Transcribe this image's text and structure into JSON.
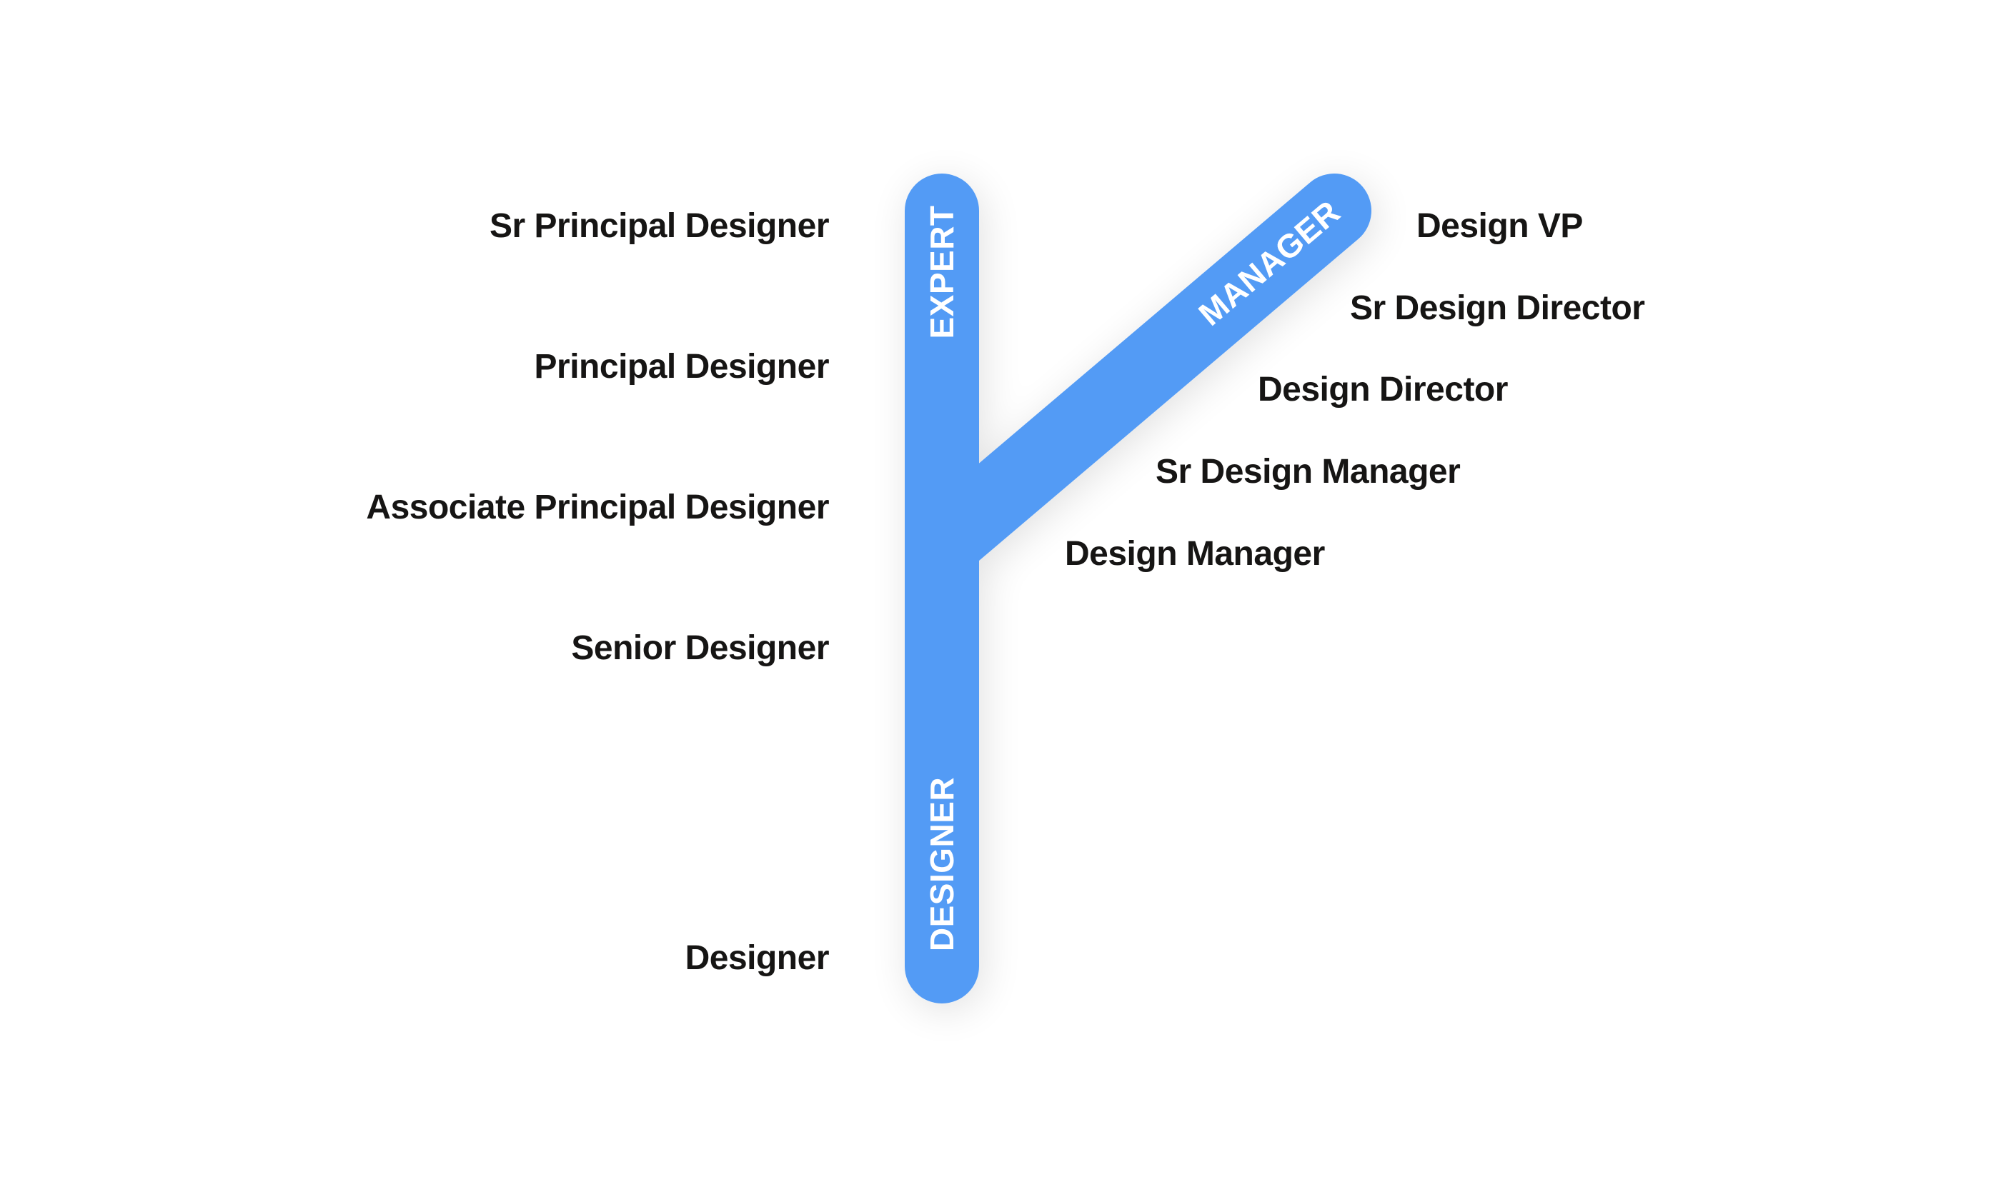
{
  "colors": {
    "track": "#529BF5",
    "label_text": "#161514",
    "track_text": "#FFFFFF",
    "background": "#FFFFFF"
  },
  "tracks": {
    "expert": {
      "label": "EXPERT"
    },
    "designer": {
      "label": "DESIGNER"
    },
    "manager": {
      "label": "MANAGER"
    }
  },
  "ic_levels": [
    {
      "label": "Sr Principal Designer"
    },
    {
      "label": "Principal Designer"
    },
    {
      "label": "Associate Principal Designer"
    },
    {
      "label": "Senior Designer"
    },
    {
      "label": "Designer"
    }
  ],
  "manager_levels": [
    {
      "label": "Design VP"
    },
    {
      "label": "Sr Design Director"
    },
    {
      "label": "Design Director"
    },
    {
      "label": "Sr Design Manager"
    },
    {
      "label": "Design Manager"
    }
  ]
}
